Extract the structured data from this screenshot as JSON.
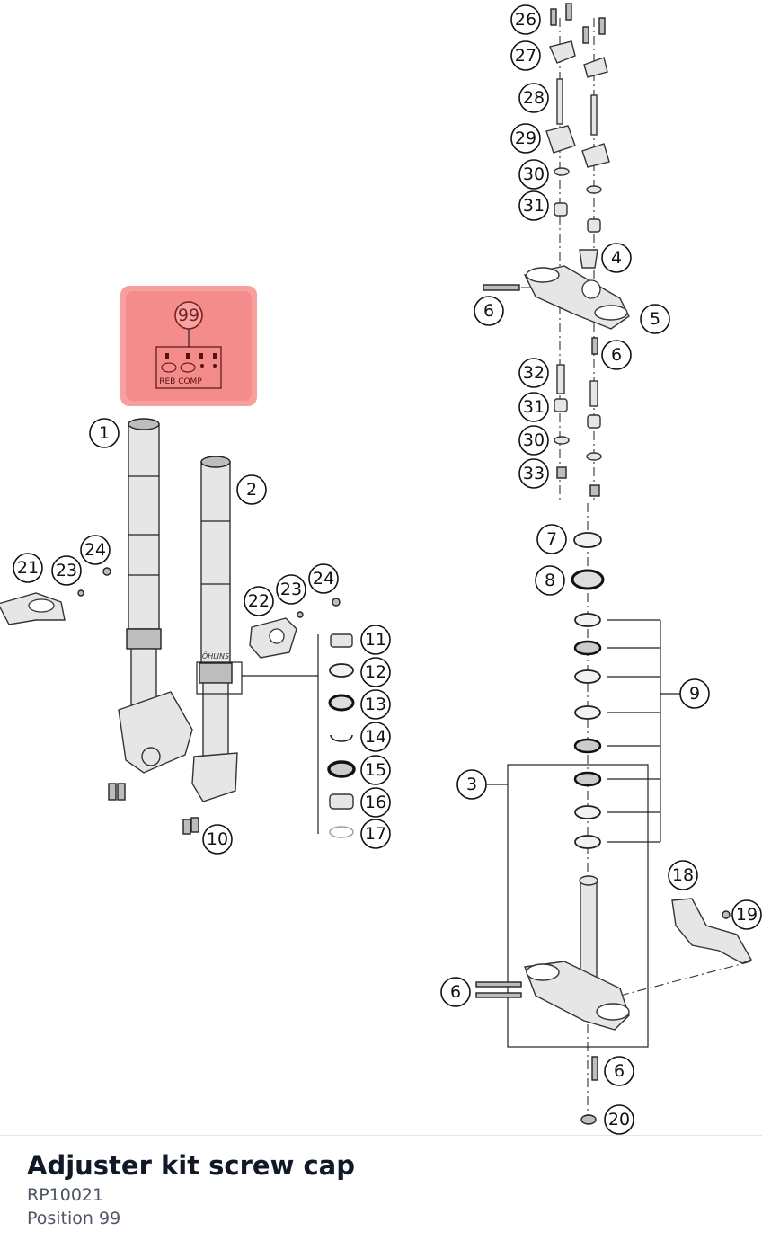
{
  "diagram": {
    "highlight_color": "#f26b6b",
    "callouts": [
      "1",
      "2",
      "3",
      "4",
      "5",
      "6",
      "7",
      "8",
      "9",
      "10",
      "11",
      "12",
      "13",
      "14",
      "15",
      "16",
      "17",
      "18",
      "19",
      "20",
      "21",
      "22",
      "23",
      "24",
      "26",
      "27",
      "28",
      "29",
      "30",
      "31",
      "32",
      "33",
      "99"
    ],
    "kit_label": "REB COMP",
    "fork_brand_mark": "ÖHLINS"
  },
  "selected_part": {
    "title": "Adjuster kit screw cap",
    "number": "RP10021",
    "position": "Position 99"
  }
}
